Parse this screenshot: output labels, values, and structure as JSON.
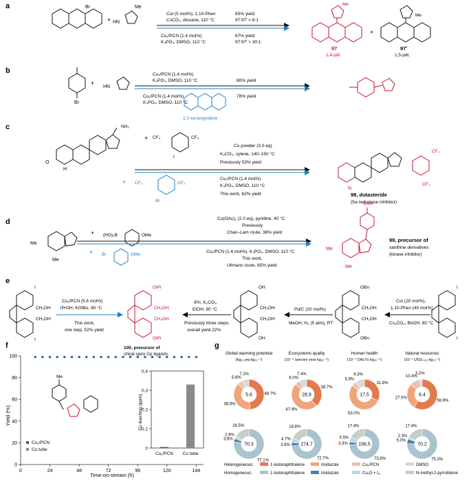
{
  "panels": {
    "a": "a",
    "b": "b",
    "c": "c",
    "d": "d",
    "e": "e",
    "f": "f",
    "g": "g"
  },
  "a": {
    "top_conditions": [
      "CuI (5 mol%), 1,10-Phen",
      "CsCO₃, dioxane, 110 °C"
    ],
    "top_results": [
      "65% yield",
      "97:97′ = 6:1"
    ],
    "bottom_conditions": [
      "Cu₁/PCN (1.4 mol%)",
      "K₃PO₄, DMSO, 110 °C"
    ],
    "bottom_results": [
      "67% yield",
      "97:97′ > 30:1"
    ],
    "reagent_br": "Br",
    "reagent_nh": "HN",
    "reagent_me": "Me",
    "product_97": "97",
    "product_97_desc": "1,4-pdt.",
    "product_97p": "97′",
    "product_97p_desc": "1,5-pdt.",
    "plus": "+"
  },
  "b": {
    "top_conditions": [
      "Cu₁/PCN (1.4 mol%)",
      "K₃PO₄, DMSO, 110 °C"
    ],
    "top_result": "80% yield",
    "bottom_conditions": [
      "Cu₁/PCN (1.4 mol%)",
      "K₃PO₄, DMSO, 110 °C"
    ],
    "bottom_result": "78% yield",
    "additive": "1.0 eq terpyridine",
    "reagent_br": "Br",
    "reagent_nh": "HN"
  },
  "c": {
    "top_conditions": [
      "Cu powder (3.0 eq)",
      "K₂CO₃, xylene, 140–150 °C",
      "Previously 53% yield"
    ],
    "bottom_conditions": [
      "Cu₁/PCN (1.4 mol%)",
      "K₃PO₄, DMSO, 110 °C",
      "This work, 62% yield"
    ],
    "product": "98, dutasteride",
    "product_desc": "(5α-reductase inhibitor)",
    "nh2": "NH₂",
    "cf3": "CF₃",
    "i": "I",
    "br": "Br",
    "o": "O",
    "h": "H",
    "nh": "N"
  },
  "d": {
    "reagent_boron": "(HO)₂B",
    "reagent_ome": "OMe",
    "reagent_br": "Br",
    "top_conditions": [
      "Cu(OAc)₂ (2.0 eq), pyridine, 40 °C",
      "Previously",
      "Chan–Lam route, 38% yield"
    ],
    "bottom_conditions": [
      "Cu₁/PCN (1.4 mol%), K₃PO₄, DMSO, 110 °C",
      "This work,",
      "Ullmann route, 65% yield"
    ],
    "product": "99, precursor of",
    "product_desc": [
      "xanthine derivatives",
      "(kinase inhibitor)"
    ],
    "me": "Me"
  },
  "e": {
    "left_conditions": [
      "Cu₁/PCN (5.6 mol%)",
      "iPrOH, KOtBu, 80 °C"
    ],
    "left_result": [
      "This work,",
      "one step, 52% yield"
    ],
    "mid1_conditions": [
      "iPrI, K₂CO₃,",
      "EtOH, 80 °C"
    ],
    "mid1_result": [
      "Previously three steps,",
      "overall yield 22%"
    ],
    "mid2_conditions": [
      "Pd/C (20 mol%)"
    ],
    "mid2_result": [
      "MeOH, H₂ (5 atm), RT"
    ],
    "right_conditions": [
      "CuI (20 mol%),",
      "1,10-Phen (40 mol%)"
    ],
    "right_result": [
      "Cs₂CO₃, BnOH, 80 °C"
    ],
    "product": "100, precursor of",
    "product_desc": "chiral spiro Cp ligands",
    "oipr": "OiPr",
    "ch2oh": "CH₂OH",
    "oh": "OH",
    "obn": "OBn",
    "i": "I"
  },
  "f": {
    "ylabel": "Yield (%)",
    "xlabel": "Time-on-stream (h)",
    "inset_ylabel": "Cu leaching (ppm)",
    "legend": [
      "Cu₁/PCN",
      "Cu tube"
    ],
    "me": "Me",
    "colors": {
      "cu1": "#1f5f9a",
      "cutube": "#8a8a8a"
    }
  },
  "chart_data": [
    {
      "type": "scatter",
      "title": "",
      "xlabel": "Time-on-stream (h)",
      "ylabel": "Yield (%)",
      "xlim": [
        0,
        150
      ],
      "ylim": [
        0,
        100
      ],
      "xticks": [
        0,
        24,
        48,
        72,
        96,
        120,
        144
      ],
      "yticks": [
        0,
        20,
        40,
        60,
        80,
        100
      ],
      "series": [
        {
          "name": "Cu₁/PCN",
          "x": [
            12,
            18,
            24,
            30,
            36,
            42,
            48,
            54,
            60,
            66,
            72,
            78,
            84,
            90,
            96,
            102,
            108,
            114,
            120,
            126,
            132,
            138,
            144
          ],
          "y": [
            99,
            99,
            99,
            99,
            99,
            99,
            99,
            99,
            99,
            99,
            99,
            99,
            99,
            99,
            99,
            99,
            99,
            99,
            99,
            99,
            99,
            99,
            99
          ]
        }
      ]
    },
    {
      "type": "bar",
      "title": "",
      "xlabel": "",
      "ylabel": "Cu leaching (ppm)",
      "categories": [
        "Cu₁/PCN",
        "Cu tube"
      ],
      "values": [
        0.005,
        0.33
      ],
      "ylim": [
        0,
        0.4
      ],
      "yticks": [
        0,
        0.1,
        0.2,
        0.3,
        0.4
      ]
    },
    {
      "type": "pie",
      "title": "Global warming potential",
      "subtitle": "(kg₂₀₂eq kg₃₀⁻¹)",
      "group": "Heterogeneous",
      "center": "5.6",
      "labels": [
        "1-Iodonaphthalene",
        "Imidazole",
        "Cu₁/PCN",
        "DMSO"
      ],
      "values": [
        48.7,
        38.6,
        5.6,
        7.2
      ]
    },
    {
      "type": "pie",
      "title": "Ecosystems quality",
      "subtitle": "(10⁻⁴ species year kg₃₀⁻¹)",
      "group": "Heterogeneous",
      "center": "28.9",
      "labels": [
        "1-Iodonaphthalene",
        "Imidazole",
        "Cu₁/PCN",
        "DMSO"
      ],
      "values": [
        38.7,
        47.9,
        6.0,
        7.4
      ]
    },
    {
      "type": "pie",
      "title": "Human health",
      "subtitle": "(10⁻⁴ DALYs kg₃₀⁻¹)",
      "group": "Heterogeneous",
      "center": "17.5",
      "labels": [
        "1-Iodonaphthalene",
        "Imidazole",
        "Cu₁/PCN",
        "DMSO"
      ],
      "values": [
        31.8,
        53.0,
        5.9,
        9.3
      ]
    },
    {
      "type": "pie",
      "title": "Natural resources",
      "subtitle": "(10⁻¹ USD₂₀₁₃ kg₃₀⁻¹)",
      "group": "Heterogeneous",
      "center": "6.4",
      "labels": [
        "1-Iodonaphthalene",
        "Imidazole",
        "Cu₁/PCN",
        "DMSO"
      ],
      "values": [
        58.9,
        27.5,
        10.4,
        3.2
      ]
    },
    {
      "type": "pie",
      "title": "Global warming potential",
      "group": "Homogeneous",
      "center": "70.3",
      "labels": [
        "1-Iodonaphthalene",
        "Imidazole",
        "Cu₁O + L₁",
        "N-methyl-2-pyrrolidone"
      ],
      "values": [
        77.1,
        3.6,
        2.9,
        16.5
      ]
    },
    {
      "type": "pie",
      "title": "Ecosystems quality",
      "group": "Homogeneous",
      "center": "274.7",
      "labels": [
        "1-Iodonaphthalene",
        "Imidazole",
        "Cu₁O + L₁",
        "N-methyl-2-pyrrolidone"
      ],
      "values": [
        72.7,
        3.8,
        4.7,
        18.8
      ]
    },
    {
      "type": "pie",
      "title": "Human health",
      "group": "Homogeneous",
      "center": "156.5",
      "labels": [
        "1-Iodonaphthalene",
        "Imidazole",
        "Cu₁O + L₁",
        "N-methyl-2-pyrrolidone"
      ],
      "values": [
        73.8,
        3.3,
        5.5,
        17.4
      ]
    },
    {
      "type": "pie",
      "title": "Natural resources",
      "group": "Homogeneous",
      "center": "70.2",
      "labels": [
        "1-Iodonaphthalene",
        "Imidazole",
        "Cu₁O + L₁",
        "N-methyl-2-pyrrolidone"
      ],
      "values": [
        75.3,
        5.0,
        2.3,
        17.4
      ]
    }
  ],
  "g": {
    "legend_hetero_label": "Heterogeneous:",
    "legend_homo_label": "Homogeneous:",
    "hetero_items": [
      "1-Iodonaphthalene",
      "Imidazole",
      "Cu₁/PCN",
      "DMSO"
    ],
    "homo_items": [
      "1-Iodonaphthalene",
      "Imidazole",
      "Cu₁O + L₁",
      "N-methyl-2-pyrrolidone"
    ],
    "hetero_colors": [
      "#e27a4d",
      "#f0a47c",
      "#e8c3b2",
      "#d9d9d9"
    ],
    "homo_colors": [
      "#a9c3cf",
      "#3b86b4",
      "#c7d3da",
      "#c7cfc7"
    ]
  }
}
